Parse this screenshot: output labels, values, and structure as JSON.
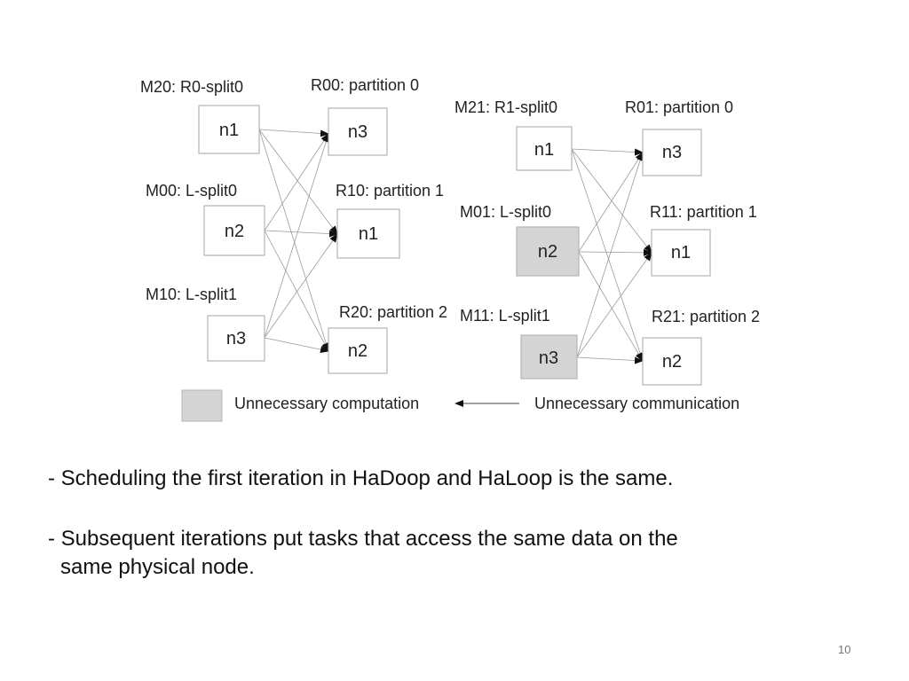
{
  "diagram": {
    "left": {
      "map_tasks": [
        {
          "task": "M20: R0-split0",
          "node": "n1",
          "shaded": false
        },
        {
          "task": "M00: L-split0",
          "node": "n2",
          "shaded": false
        },
        {
          "task": "M10: L-split1",
          "node": "n3",
          "shaded": false
        }
      ],
      "reduce_tasks": [
        {
          "task": "R00: partition 0",
          "node": "n3",
          "shaded": false
        },
        {
          "task": "R10: partition 1",
          "node": "n1",
          "shaded": false
        },
        {
          "task": "R20: partition 2",
          "node": "n2",
          "shaded": false
        }
      ]
    },
    "right": {
      "map_tasks": [
        {
          "task": "M21: R1-split0",
          "node": "n1",
          "shaded": false
        },
        {
          "task": "M01: L-split0",
          "node": "n2",
          "shaded": true
        },
        {
          "task": "M11: L-split1",
          "node": "n3",
          "shaded": true
        }
      ],
      "reduce_tasks": [
        {
          "task": "R01: partition 0",
          "node": "n3",
          "shaded": false
        },
        {
          "task": "R11: partition 1",
          "node": "n1",
          "shaded": false
        },
        {
          "task": "R21: partition 2",
          "node": "n2",
          "shaded": false
        }
      ]
    },
    "legend": {
      "computation_label": "Unnecessary computation",
      "communication_label": "Unnecessary communication",
      "shade_color": "#d4d4d4"
    }
  },
  "bullets": [
    {
      "line1": "- Scheduling the first iteration in HaDoop and HaLoop is the same.",
      "line2": ""
    },
    {
      "line1": "- Subsequent iterations put tasks that access the same data on the",
      "line2": "same physical node."
    }
  ],
  "page_number": "10"
}
